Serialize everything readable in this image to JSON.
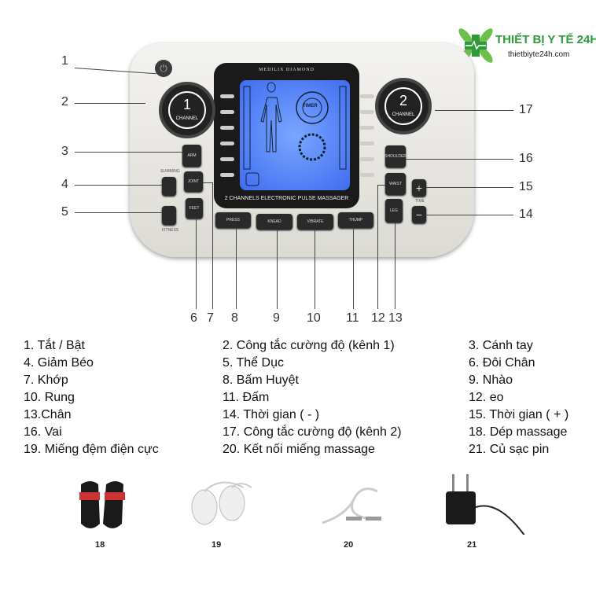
{
  "logo": {
    "name": "THIẾT BỊ Y TẾ 24H",
    "url": "thietbiyte24h.com",
    "color": "#3aa53a"
  },
  "device": {
    "brand": "MEDILIX DIAMOND",
    "tagline": "2 CHANNELS ELECTRONIC PULSE MASSAGER",
    "timer": "TIMER",
    "knob1": {
      "num": "1",
      "label": "CHANNEL"
    },
    "knob2": {
      "num": "2",
      "label": "CHANNEL"
    },
    "buttons": {
      "arm": "ARM",
      "joint": "JOINT",
      "feet": "FEET",
      "slimming": "SLIMMING",
      "fitness": "FITNESS",
      "press": "PRESS",
      "knead": "KNEAD",
      "vibrate": "VIBRATE",
      "thump": "THUMP",
      "shoulder": "SHOULDER",
      "waist": "WAIST",
      "leg": "LEG",
      "plus": "+",
      "minus": "−",
      "time": "TIME"
    }
  },
  "callouts": [
    "1",
    "2",
    "3",
    "4",
    "5",
    "6",
    "7",
    "8",
    "9",
    "10",
    "11",
    "12",
    "13",
    "14",
    "15",
    "16",
    "17"
  ],
  "legend": [
    [
      "1. Tắt / Bật",
      "2. Công tắc cường độ (kênh 1)",
      "3. Cánh tay"
    ],
    [
      "4. Giảm Béo",
      "5. Thể Dục",
      "6. Đôi Chân"
    ],
    [
      "7. Khớp",
      "8. Bấm Huyệt",
      "9. Nhào"
    ],
    [
      "10. Rung",
      "11. Đấm",
      "12. eo"
    ],
    [
      "13.Chân",
      "14. Thời gian  ( - )",
      "15. Thời gian  ( + )"
    ],
    [
      "16. Vai",
      "17. Công tắc cường độ (kênh 2)",
      "18. Dép massage"
    ],
    [
      "19. Miếng đệm điện cực",
      "20. Kết nối miếng massage",
      "21. Củ sạc pin"
    ]
  ],
  "accessories": [
    {
      "num": "18"
    },
    {
      "num": "19"
    },
    {
      "num": "20"
    },
    {
      "num": "21"
    }
  ]
}
